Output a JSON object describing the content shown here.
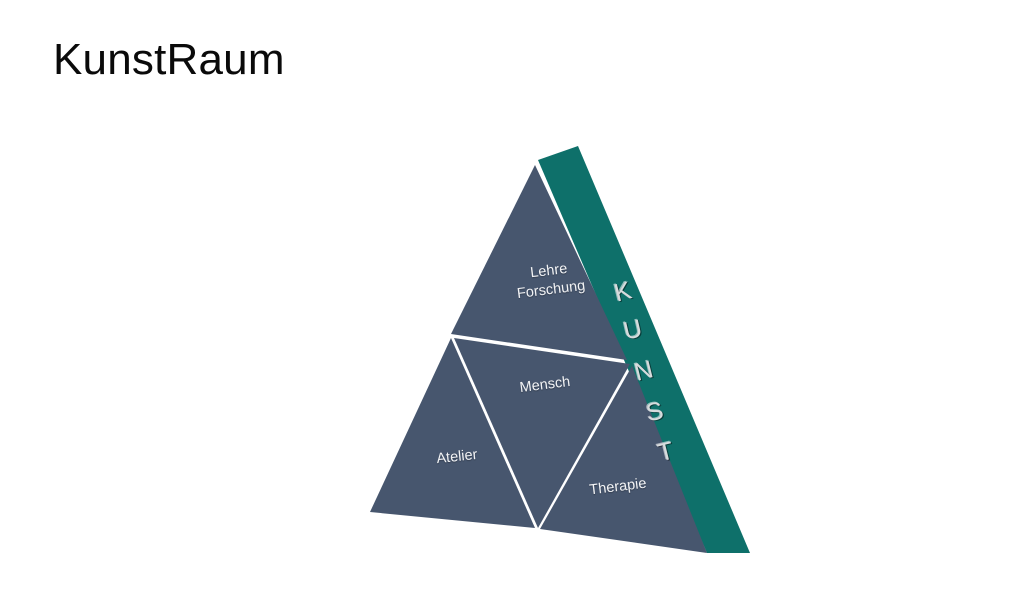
{
  "slide": {
    "background_color": "#ffffff",
    "title": "KunstRaum"
  },
  "diagram": {
    "name": "kunstraum-pyramid",
    "type": "pyramid",
    "fill_color": "#47566e",
    "accent_color": "#0e706a",
    "divider_color": "#ffffff",
    "label_color": "#f2f3f5",
    "segments": [
      {
        "id": "lehre-forschung",
        "label": "Lehre\nForschung",
        "position": "top"
      },
      {
        "id": "mensch",
        "label": "Mensch",
        "position": "center"
      },
      {
        "id": "atelier",
        "label": "Atelier",
        "position": "bottom-left"
      },
      {
        "id": "therapie",
        "label": "Therapie",
        "position": "bottom-right"
      }
    ],
    "band": {
      "id": "kunst-band",
      "text": "KUNST",
      "letters": [
        "K",
        "U",
        "N",
        "S",
        "T"
      ],
      "color": "#0e706a",
      "letter_color": "#d7dbdd",
      "orientation": "vertical-right-edge"
    }
  }
}
